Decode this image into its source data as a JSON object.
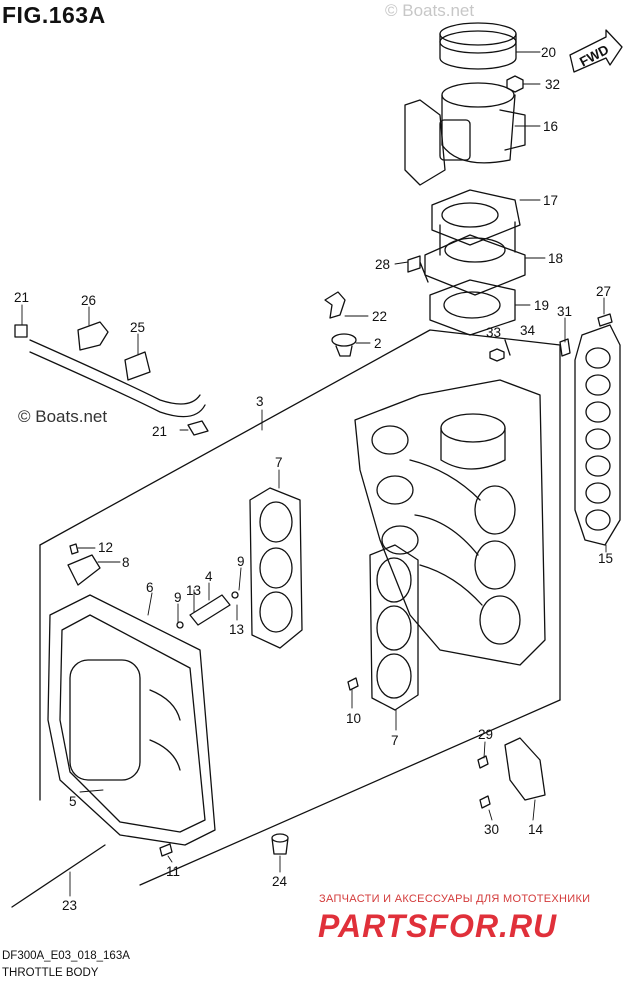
{
  "figure": {
    "title": "FIG.163A",
    "code": "DF300A_E03_018_163A",
    "caption": "THROTTLE BODY"
  },
  "badge": {
    "fwd": "FWD"
  },
  "watermarks": {
    "main": "© Boats.net",
    "faded": "© Boats.net"
  },
  "ad": {
    "tagline": "ЗАПЧАСТИ И АКСЕССУАРЫ ДЛЯ МОТОТЕХНИКИ",
    "logo": "PARTSFOR.RU"
  },
  "callouts": [
    "20",
    "32",
    "16",
    "17",
    "28",
    "18",
    "21",
    "26",
    "25",
    "22",
    "19",
    "2",
    "33",
    "34",
    "31",
    "27",
    "21",
    "3",
    "7",
    "15",
    "12",
    "8",
    "6",
    "4",
    "9",
    "13",
    "9",
    "13",
    "10",
    "7",
    "29",
    "5",
    "14",
    "11",
    "30",
    "24",
    "23"
  ],
  "colors": {
    "ink": "#111111",
    "ad_red": "#e0303a",
    "watermark": "#9a9a9a"
  }
}
